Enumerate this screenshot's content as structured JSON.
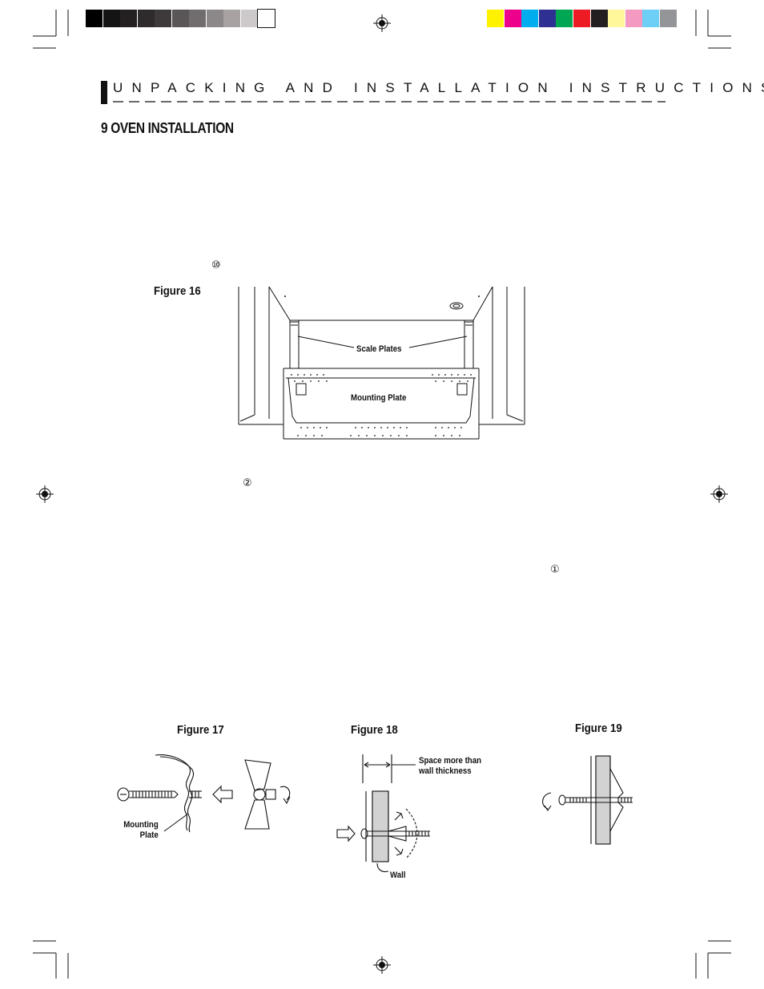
{
  "color_bar": {
    "grays": [
      "#000000",
      "#141414",
      "#242021",
      "#2f2b2c",
      "#3e3a3b",
      "#5a5556",
      "#716c6d",
      "#8c8788",
      "#a8a2a3",
      "#cdc8c9",
      "#ffffff"
    ],
    "colors": [
      "#fff200",
      "#ec008c",
      "#00aeef",
      "#2e3192",
      "#00a651",
      "#ed1c24",
      "#231f20",
      "#fff799",
      "#f49ac1",
      "#6dcff6",
      "#939598"
    ]
  },
  "header": {
    "title": "UNPACKING AND INSTALLATION INSTRUCTIONS"
  },
  "section": {
    "title": "9  OVEN INSTALLATION"
  },
  "markers": {
    "ten": "⑩",
    "two": "②",
    "one": "①"
  },
  "figure16": {
    "label": "Figure 16",
    "scale_plates": "Scale Plates",
    "mounting_plate": "Mounting Plate"
  },
  "figure17": {
    "label": "Figure 17",
    "mounting_plate_line1": "Mounting",
    "mounting_plate_line2": "Plate"
  },
  "figure18": {
    "label": "Figure 18",
    "space_line1": "Space more than",
    "space_line2": "wall thickness",
    "wall": "Wall"
  },
  "figure19": {
    "label": "Figure 19"
  }
}
